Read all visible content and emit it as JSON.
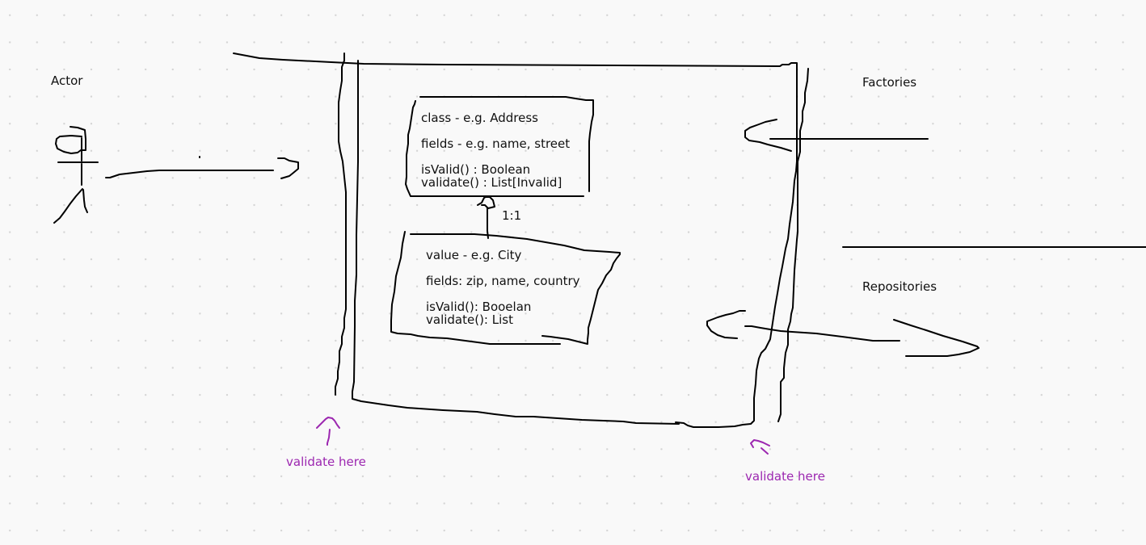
{
  "actor": {
    "label": "Actor"
  },
  "entity": {
    "class_label": "class - e.g. Address",
    "fields_label": "fields - e.g. name, street",
    "is_valid_label": "isValid() : Boolean",
    "validate_label": "validate() : List[Invalid]"
  },
  "relation": {
    "label": "1:1"
  },
  "value_object": {
    "value_label": "value - e.g. City",
    "fields_label": "fields: zip, name, country",
    "is_valid_label": "isValid(): Booelan",
    "validate_label": "validate(): List"
  },
  "factories": {
    "label": "Factories"
  },
  "repositories": {
    "label": "Repositories"
  },
  "notes": {
    "validate_left": "validate here",
    "validate_right": "validate here"
  },
  "colors": {
    "ink": "#000000",
    "note": "#9c27b0",
    "background": "#f9f9f9"
  }
}
